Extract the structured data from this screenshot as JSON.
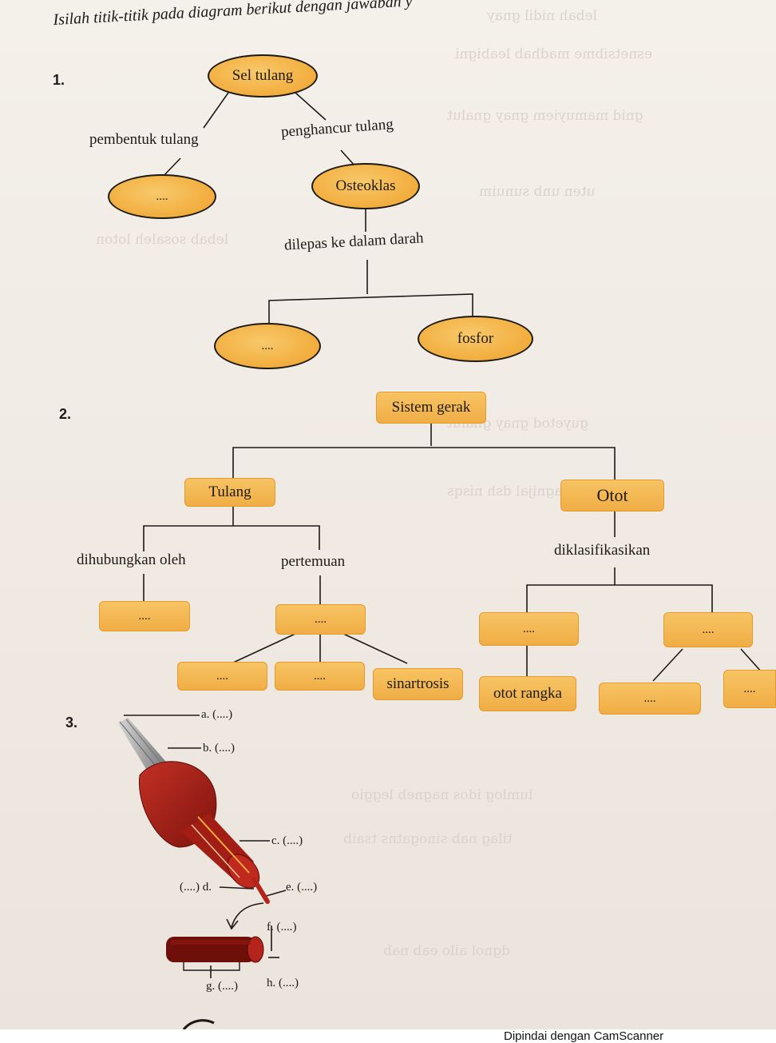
{
  "instruction": "Isilah titik-titik pada diagram berikut dengan jawaban y",
  "section1": {
    "number": "1.",
    "root": "Sel tulang",
    "left_label": "pembentuk tulang",
    "left_blank": "....",
    "right_label": "penghancur tulang",
    "osteo": "Osteoklas",
    "release_label": "dilepas ke dalam darah",
    "blank_mineral": "....",
    "phosphor": "fosfor"
  },
  "section2": {
    "number": "2.",
    "root": "Sistem gerak",
    "tulang": "Tulang",
    "otot": "Otot",
    "connected_label": "dihubungkan oleh",
    "meeting_label": "pertemuan",
    "classified_label": "diklasifikasikan",
    "connected_blank": "....",
    "meeting_blank": "....",
    "meet_child1": "....",
    "meet_child2": "....",
    "meet_child3": "sinartrosis",
    "otot_child1": "....",
    "otot_child2": "....",
    "otot_rangka": "otot rangka",
    "otot_sub1": "....",
    "otot_sub2": "...."
  },
  "section3": {
    "number": "3.",
    "labels": {
      "a": "a. (....)",
      "b": "b. (....)",
      "c": "c. (....)",
      "d": "(....) d.",
      "e": "e. (....)",
      "f": "f. (....)",
      "g": "g. (....)",
      "h": "h. (....)"
    }
  },
  "footer": "Dipindai dengan CamScanner",
  "colors": {
    "accent": "#f2ad3d",
    "muscle": "#b5241a",
    "line": "#1d1a16"
  }
}
